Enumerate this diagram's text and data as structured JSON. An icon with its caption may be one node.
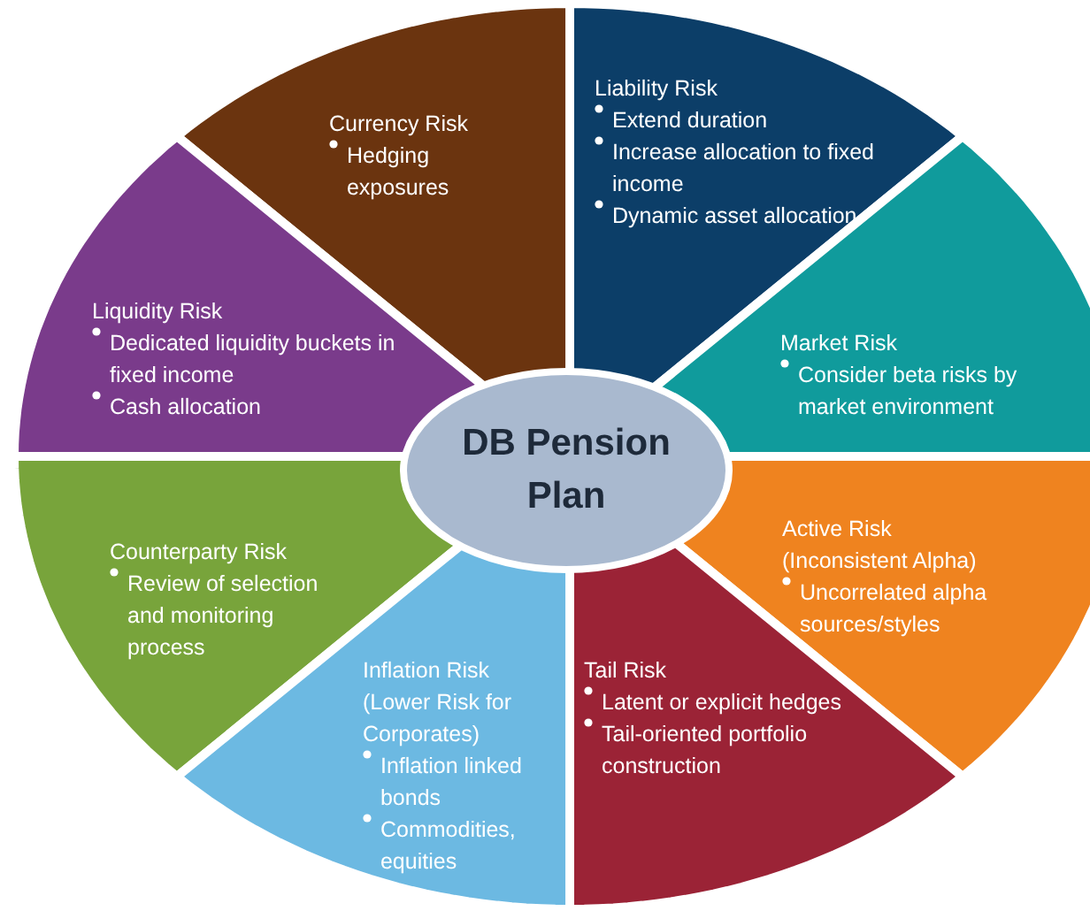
{
  "diagram": {
    "nodes": [
      {
        "text": [
          "Currency Risk",
          "Hedging exposures"
        ]
      },
      {
        "text": [
          "Liability Risk",
          "Extend duration",
          "Increase allocation to fixed income",
          "Dynamic asset allocation"
        ]
      },
      {
        "text": [
          "Liquidity Risk",
          "Dedicated liquidity buckets in fixed income",
          "Cash allocation"
        ]
      },
      {
        "text": [
          "Market Risk",
          "Consider beta risks by market environment"
        ]
      },
      {
        "text": [
          "DB Pension Plan"
        ]
      },
      {
        "text": [
          "Counterparty Risk",
          "Review of selection and monitoring process"
        ]
      },
      {
        "text": [
          "Active Risk (Inconsistent Alpha)",
          "Uncorrelated alpha sources/styles"
        ]
      },
      {
        "text": [
          "Inflation Risk (Lower Risk for Corporates)",
          "Inflation linked bonds",
          "Commodities, equities"
        ]
      },
      {
        "text": [
          "Tail Risk",
          "Latent or explicit hedges",
          "Tail-oriented portfolio construction"
        ]
      }
    ],
    "edges": []
  }
}
